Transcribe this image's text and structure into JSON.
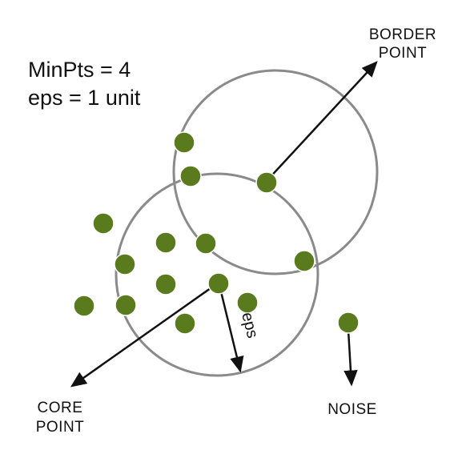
{
  "params": {
    "min_pts": "MinPts = 4",
    "eps": "eps = 1 unit"
  },
  "labels": {
    "border_line1": "BORDER",
    "border_line2": "POINT",
    "core_line1": "CORE",
    "core_line2": "POINT",
    "noise": "NOISE",
    "eps_radius": "eps"
  },
  "colors": {
    "point_fill": "#5a7a1e",
    "circle_stroke": "#8a8a8a",
    "arrow": "#111111",
    "text": "#111111",
    "background": "#ffffff"
  }
}
